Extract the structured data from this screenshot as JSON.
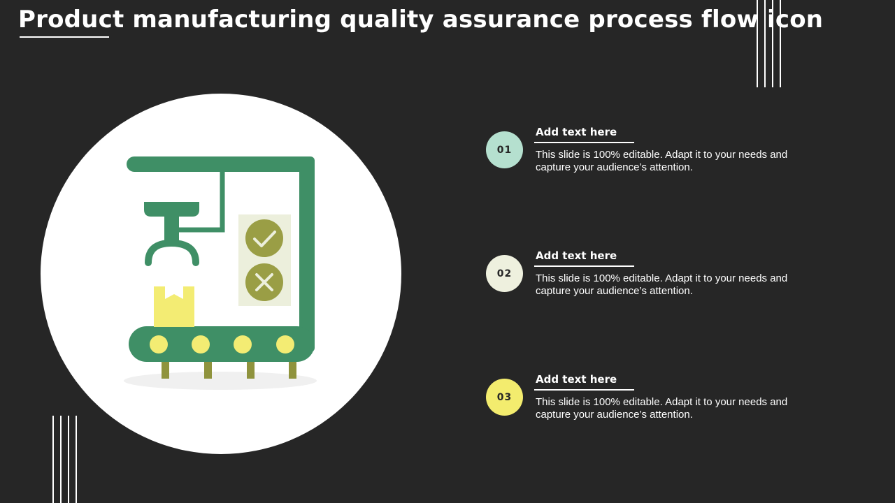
{
  "slide": {
    "title": "Product manufacturing quality assurance process flow icon",
    "background_color": "#262626",
    "text_color": "#ffffff"
  },
  "illustration": {
    "icon": "conveyor-quality-check-icon",
    "colors": {
      "machine": "#3f8f66",
      "panel": "#ecefdc",
      "check_circle": "#9a9e45",
      "box": "#f3ec73",
      "rollers": "#f3ec73",
      "legs": "#8f933d",
      "shadow": "#f0f0f0"
    }
  },
  "steps": [
    {
      "number": "01",
      "heading": "Add text here",
      "body": "This slide is 100% editable. Adapt it to your needs and capture your audience’s attention.",
      "badge_color": "#b5e0cf"
    },
    {
      "number": "02",
      "heading": "Add text here",
      "body": "This slide is 100% editable. Adapt it to your needs and capture your audience’s attention.",
      "badge_color": "#eef0de"
    },
    {
      "number": "03",
      "heading": "Add text here",
      "body": "This slide is 100% editable. Adapt it to your needs and capture your audience’s attention.",
      "badge_color": "#f3ec6e"
    }
  ]
}
